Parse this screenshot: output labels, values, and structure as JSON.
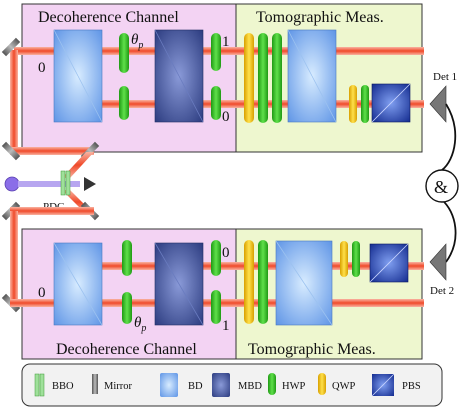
{
  "top_box": {
    "channel_title": "Decoherence Channel",
    "tomo_title": "Tomographic Meas.",
    "port_in": "0",
    "port_out_1": "1",
    "port_out_0": "0",
    "theta": "θ",
    "theta_sub": "p"
  },
  "bottom_box": {
    "channel_title": "Decoherence Channel",
    "tomo_title": "Tomographic Meas.",
    "port_in": "0",
    "port_out_0": "0",
    "port_out_1": "1",
    "theta": "θ",
    "theta_sub": "p"
  },
  "source": {
    "label": "PDC"
  },
  "detectors": {
    "det1": "Det 1",
    "det2": "Det 2",
    "coincidence": "&"
  },
  "legend": [
    {
      "label": "BBO"
    },
    {
      "label": "Mirror"
    },
    {
      "label": "BD"
    },
    {
      "label": "MBD"
    },
    {
      "label": "HWP"
    },
    {
      "label": "QWP"
    },
    {
      "label": "PBS"
    }
  ],
  "colors": {
    "channel_bg": "#f3d3f3",
    "tomo_bg": "#eef7cf",
    "beam": "#f25a3a",
    "hwp": "#3fbf2a",
    "qwp": "#f2c40a",
    "bd": "#7fb2ee",
    "mbd": "#3a4f9a",
    "pbs": "#1f3ba0",
    "mirror": "#8c8c8c",
    "pump": "#8a6ee8",
    "bbo": "#9fe09a"
  },
  "icons": [
    "coincidence-circle-icon",
    "detector-triangle-icon",
    "mirror-icon",
    "pump-source-icon"
  ]
}
